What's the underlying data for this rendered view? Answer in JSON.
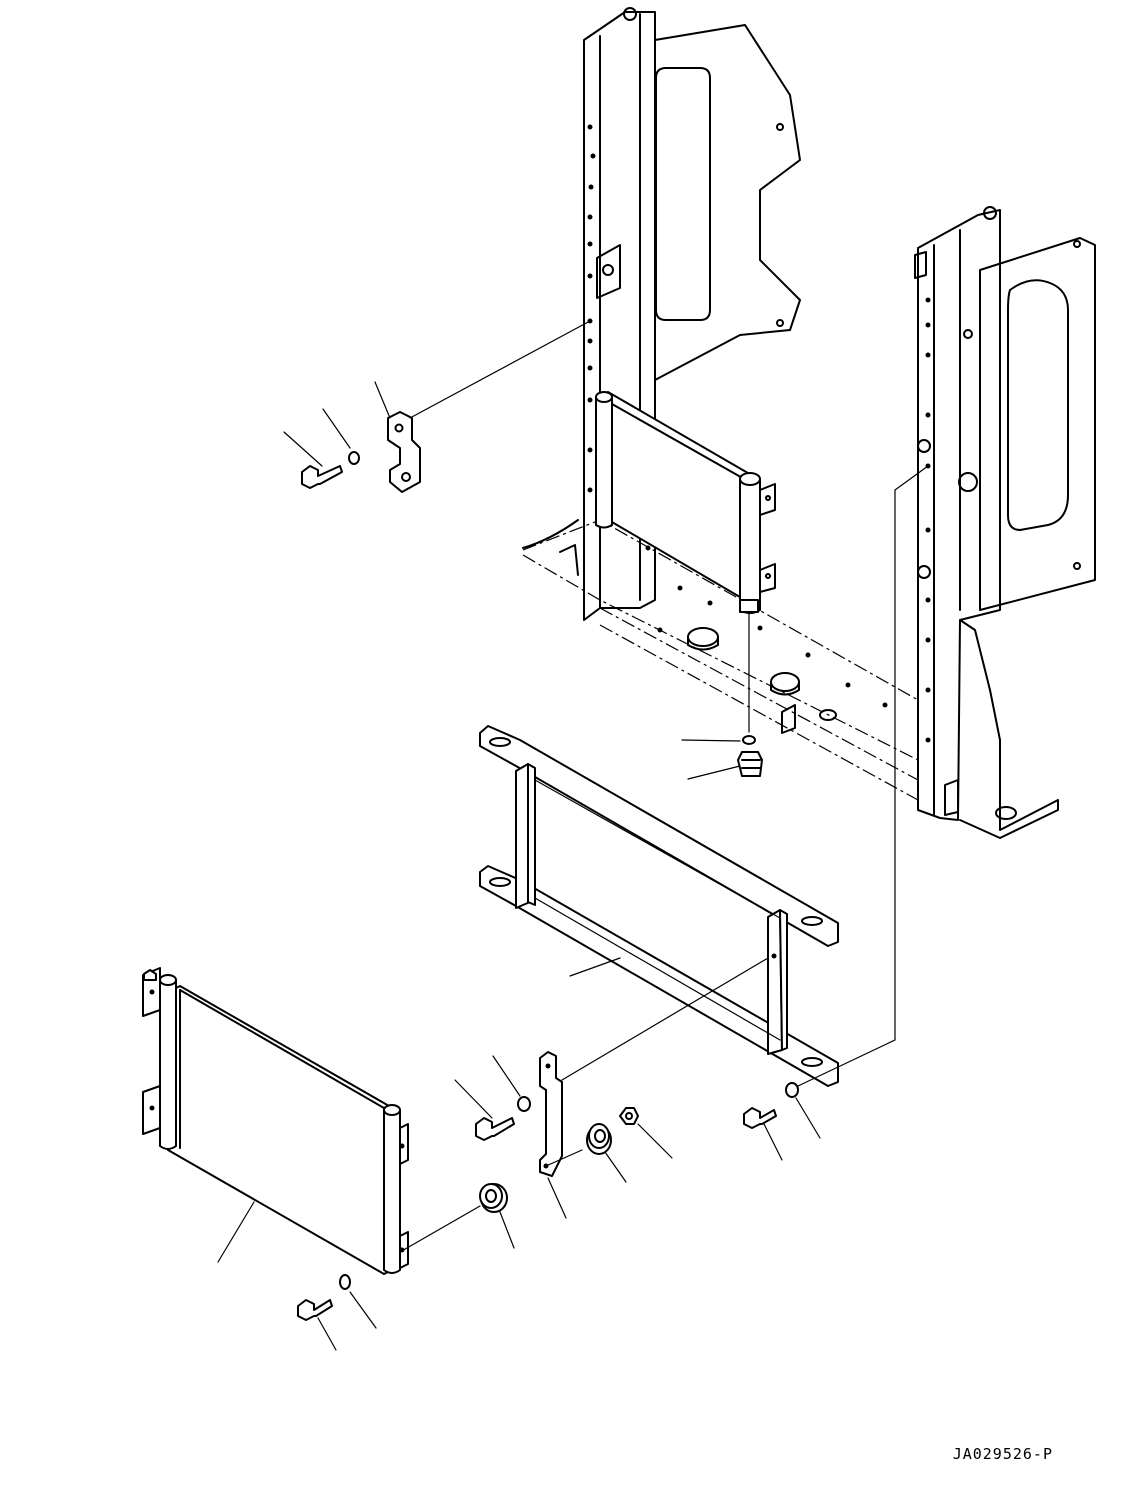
{
  "drawing": {
    "code": "JA029526-P"
  },
  "parts": [
    "frame-assembly",
    "bracket-upper",
    "bolt-upper",
    "washer-upper",
    "oil-cooler-upper",
    "o-ring",
    "elbow-fitting",
    "mounting-frame",
    "condenser",
    "bracket-lower",
    "bolt-lower-left",
    "washer-lower-left",
    "grommet-left",
    "grommet-right",
    "nut",
    "bolt-right",
    "washer-right",
    "bolt-bottom",
    "washer-bottom"
  ]
}
